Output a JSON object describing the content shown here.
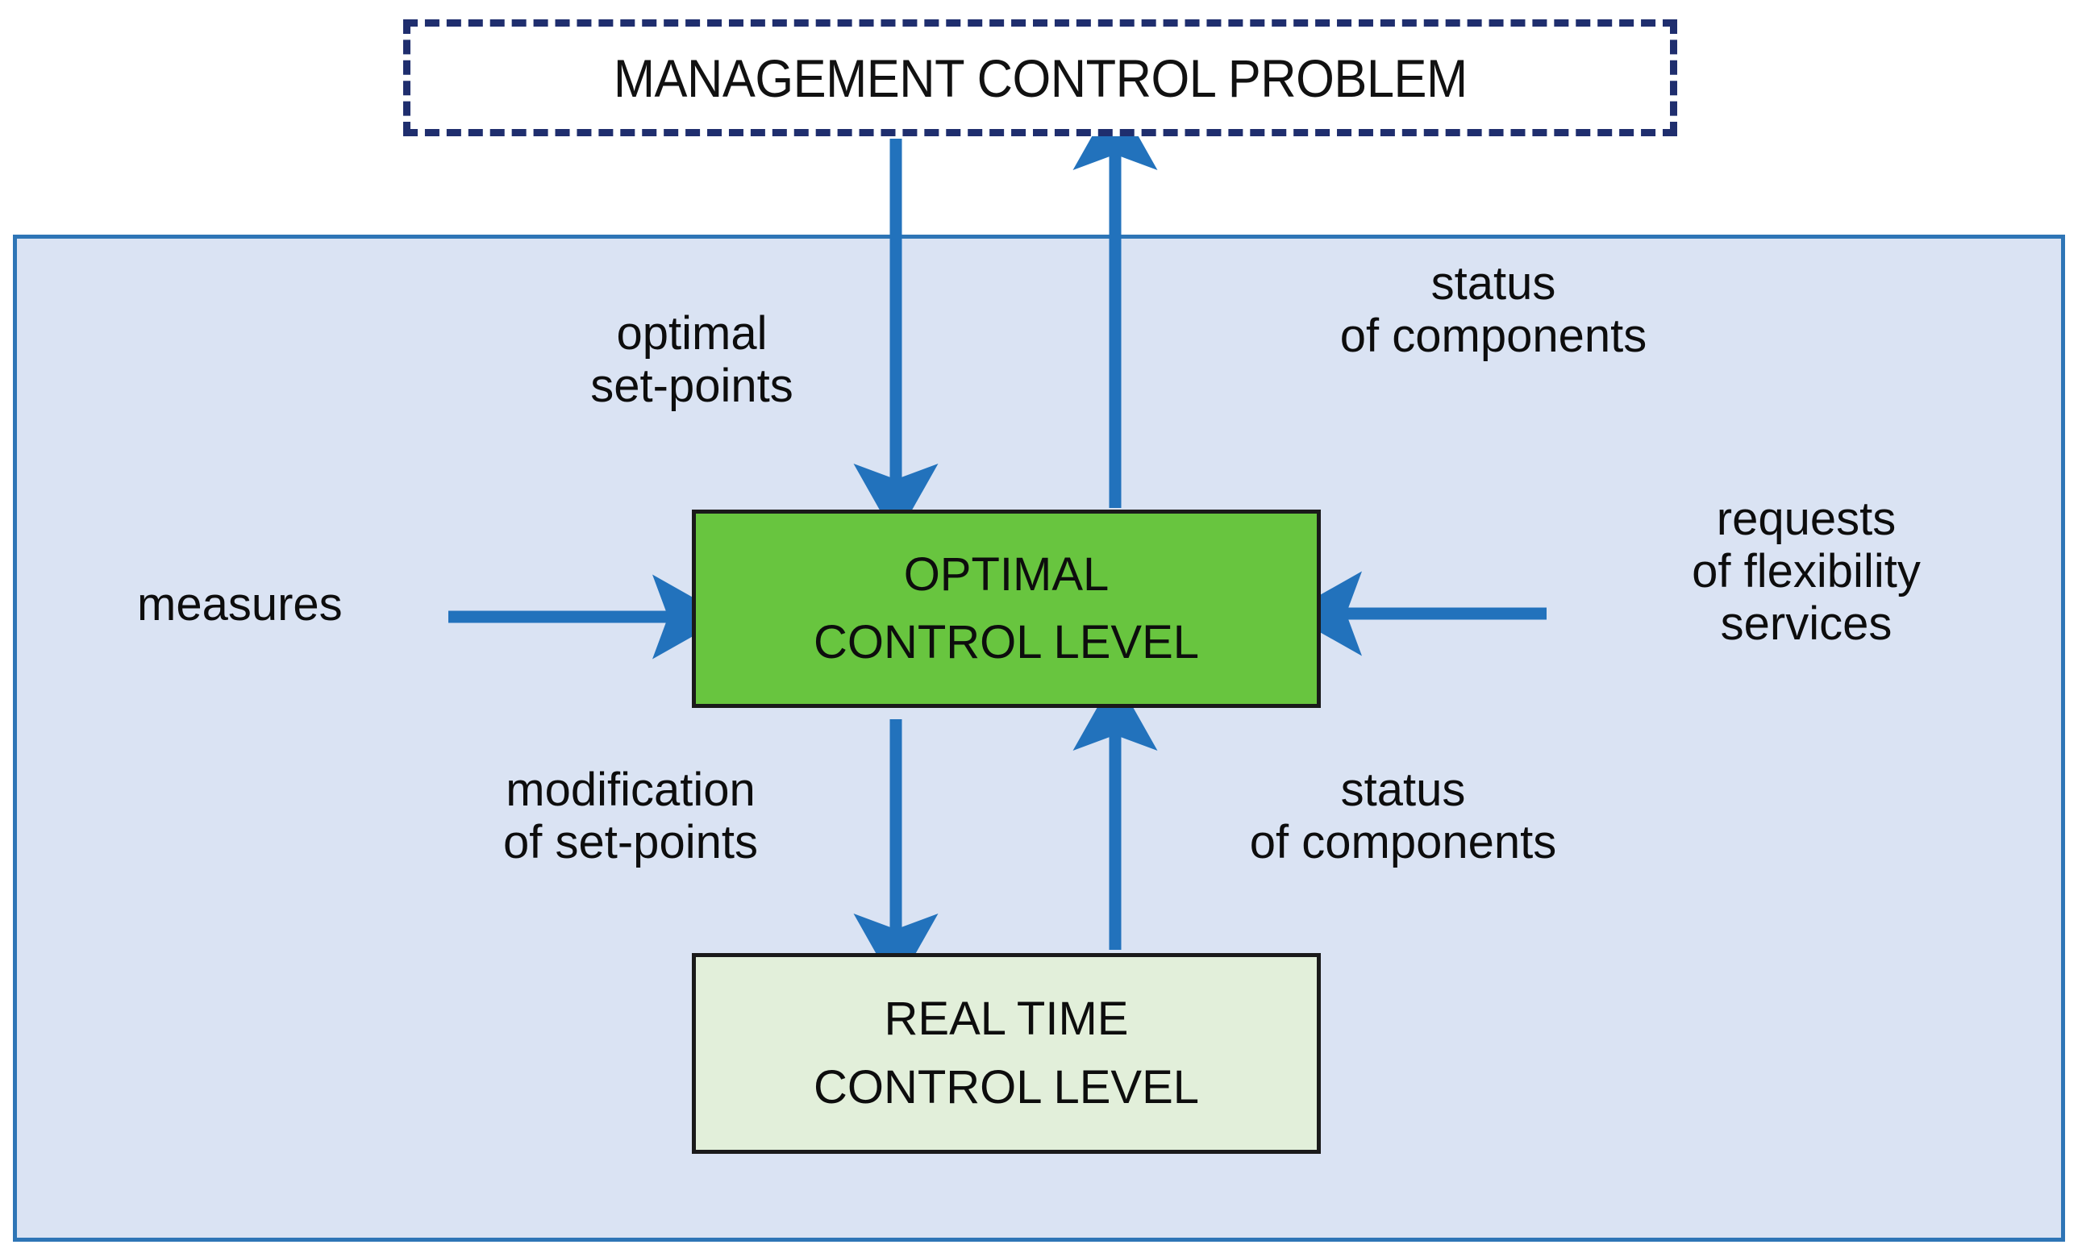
{
  "diagram": {
    "title_box": {
      "label": "MANAGEMENT CONTROL PROBLEM",
      "style": "dashed",
      "border_color": "#1F2E6E"
    },
    "outer_panel": {
      "fill": "#DAE3F3",
      "border_color": "#2E75B6"
    },
    "boxes": [
      {
        "id": "optimal",
        "line1": "OPTIMAL",
        "line2": "CONTROL LEVEL",
        "fill": "#68C53F",
        "border_color": "#1A1A1A"
      },
      {
        "id": "realtime",
        "line1": "REAL TIME",
        "line2": "CONTROL LEVEL",
        "fill": "#E2EFDA",
        "border_color": "#1A1A1A"
      }
    ],
    "flow_labels": {
      "optimal_setpoints_l1": "optimal",
      "optimal_setpoints_l2": "set-points",
      "status_top_l1": "status",
      "status_top_l2": "of components",
      "measures": "measures",
      "requests_l1": "requests",
      "requests_l2": "of flexibility",
      "requests_l3": "services",
      "modification_l1": "modification",
      "modification_l2": "of set-points",
      "status_bottom_l1": "status",
      "status_bottom_l2": "of components"
    },
    "arrow_color": "#2272BC"
  }
}
